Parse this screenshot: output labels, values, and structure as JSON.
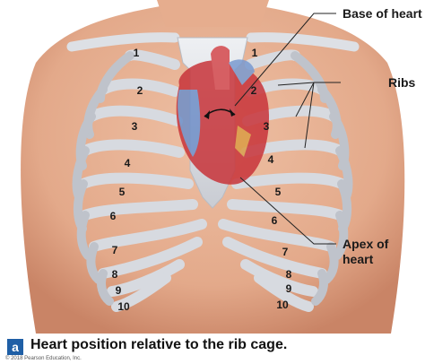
{
  "labels": {
    "base_of_heart": "Base of heart",
    "ribs": "Ribs",
    "apex_of_heart_line1": "Apex of",
    "apex_of_heart_line2": "heart"
  },
  "rib_numbers_left": [
    "1",
    "2",
    "3",
    "4",
    "5",
    "6",
    "7",
    "8",
    "9",
    "10"
  ],
  "rib_numbers_right": [
    "1",
    "2",
    "3",
    "4",
    "5",
    "6",
    "7",
    "8",
    "9",
    "10"
  ],
  "caption": {
    "letter": "a",
    "text": "Heart position relative to the rib cage."
  },
  "copyright": "© 2018 Pearson Education, Inc.",
  "colors": {
    "skin": "#e8b193",
    "bone": "#d8dbe0",
    "heart_red": "#c8343a",
    "vessel_blue": "#6f8fc8",
    "caption_badge": "#1f5fa6"
  }
}
